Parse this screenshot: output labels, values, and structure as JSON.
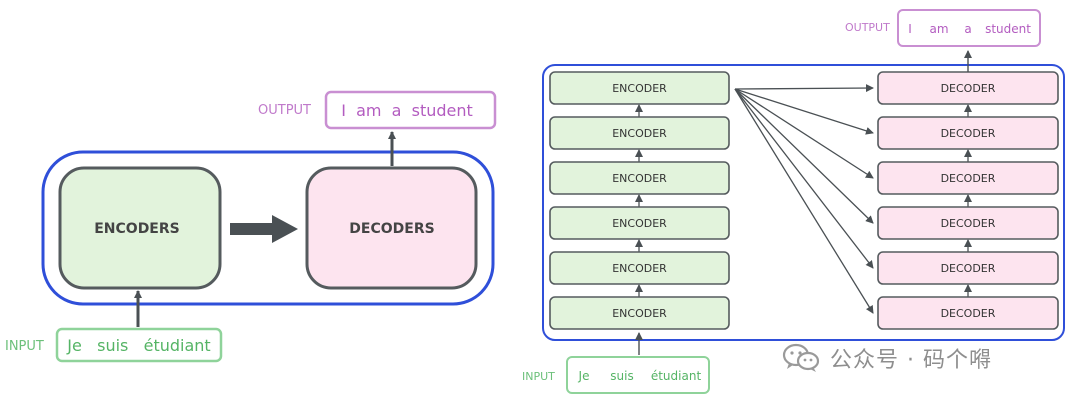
{
  "left": {
    "encoders_label": "ENCODERS",
    "decoders_label": "DECODERS",
    "input_tag": "INPUT",
    "input_text": "Je   suis   étudiant",
    "output_tag": "OUTPUT",
    "output_text": "I  am  a  student"
  },
  "right": {
    "encoder_label": "ENCODER",
    "decoder_label": "DECODER",
    "encoders": [
      "ENCODER",
      "ENCODER",
      "ENCODER",
      "ENCODER",
      "ENCODER",
      "ENCODER"
    ],
    "decoders": [
      "DECODER",
      "DECODER",
      "DECODER",
      "DECODER",
      "DECODER",
      "DECODER"
    ],
    "input_tag": "INPUT",
    "input_words": [
      "Je",
      "suis",
      "étudiant"
    ],
    "output_tag": "OUTPUT",
    "output_words": [
      "I",
      "am",
      "a",
      "student"
    ]
  },
  "watermark": {
    "text": "公众号 · 码个嘚",
    "icon": "wechat-icon"
  },
  "colors": {
    "frame_blue": "#2f4fd9",
    "encoder_fill": "#e2f3dc",
    "decoder_fill": "#fde4ef",
    "box_stroke": "#555b5e",
    "input_green": "#6cc07a",
    "output_purple": "#b35cc0",
    "arrow": "#4a5054"
  }
}
